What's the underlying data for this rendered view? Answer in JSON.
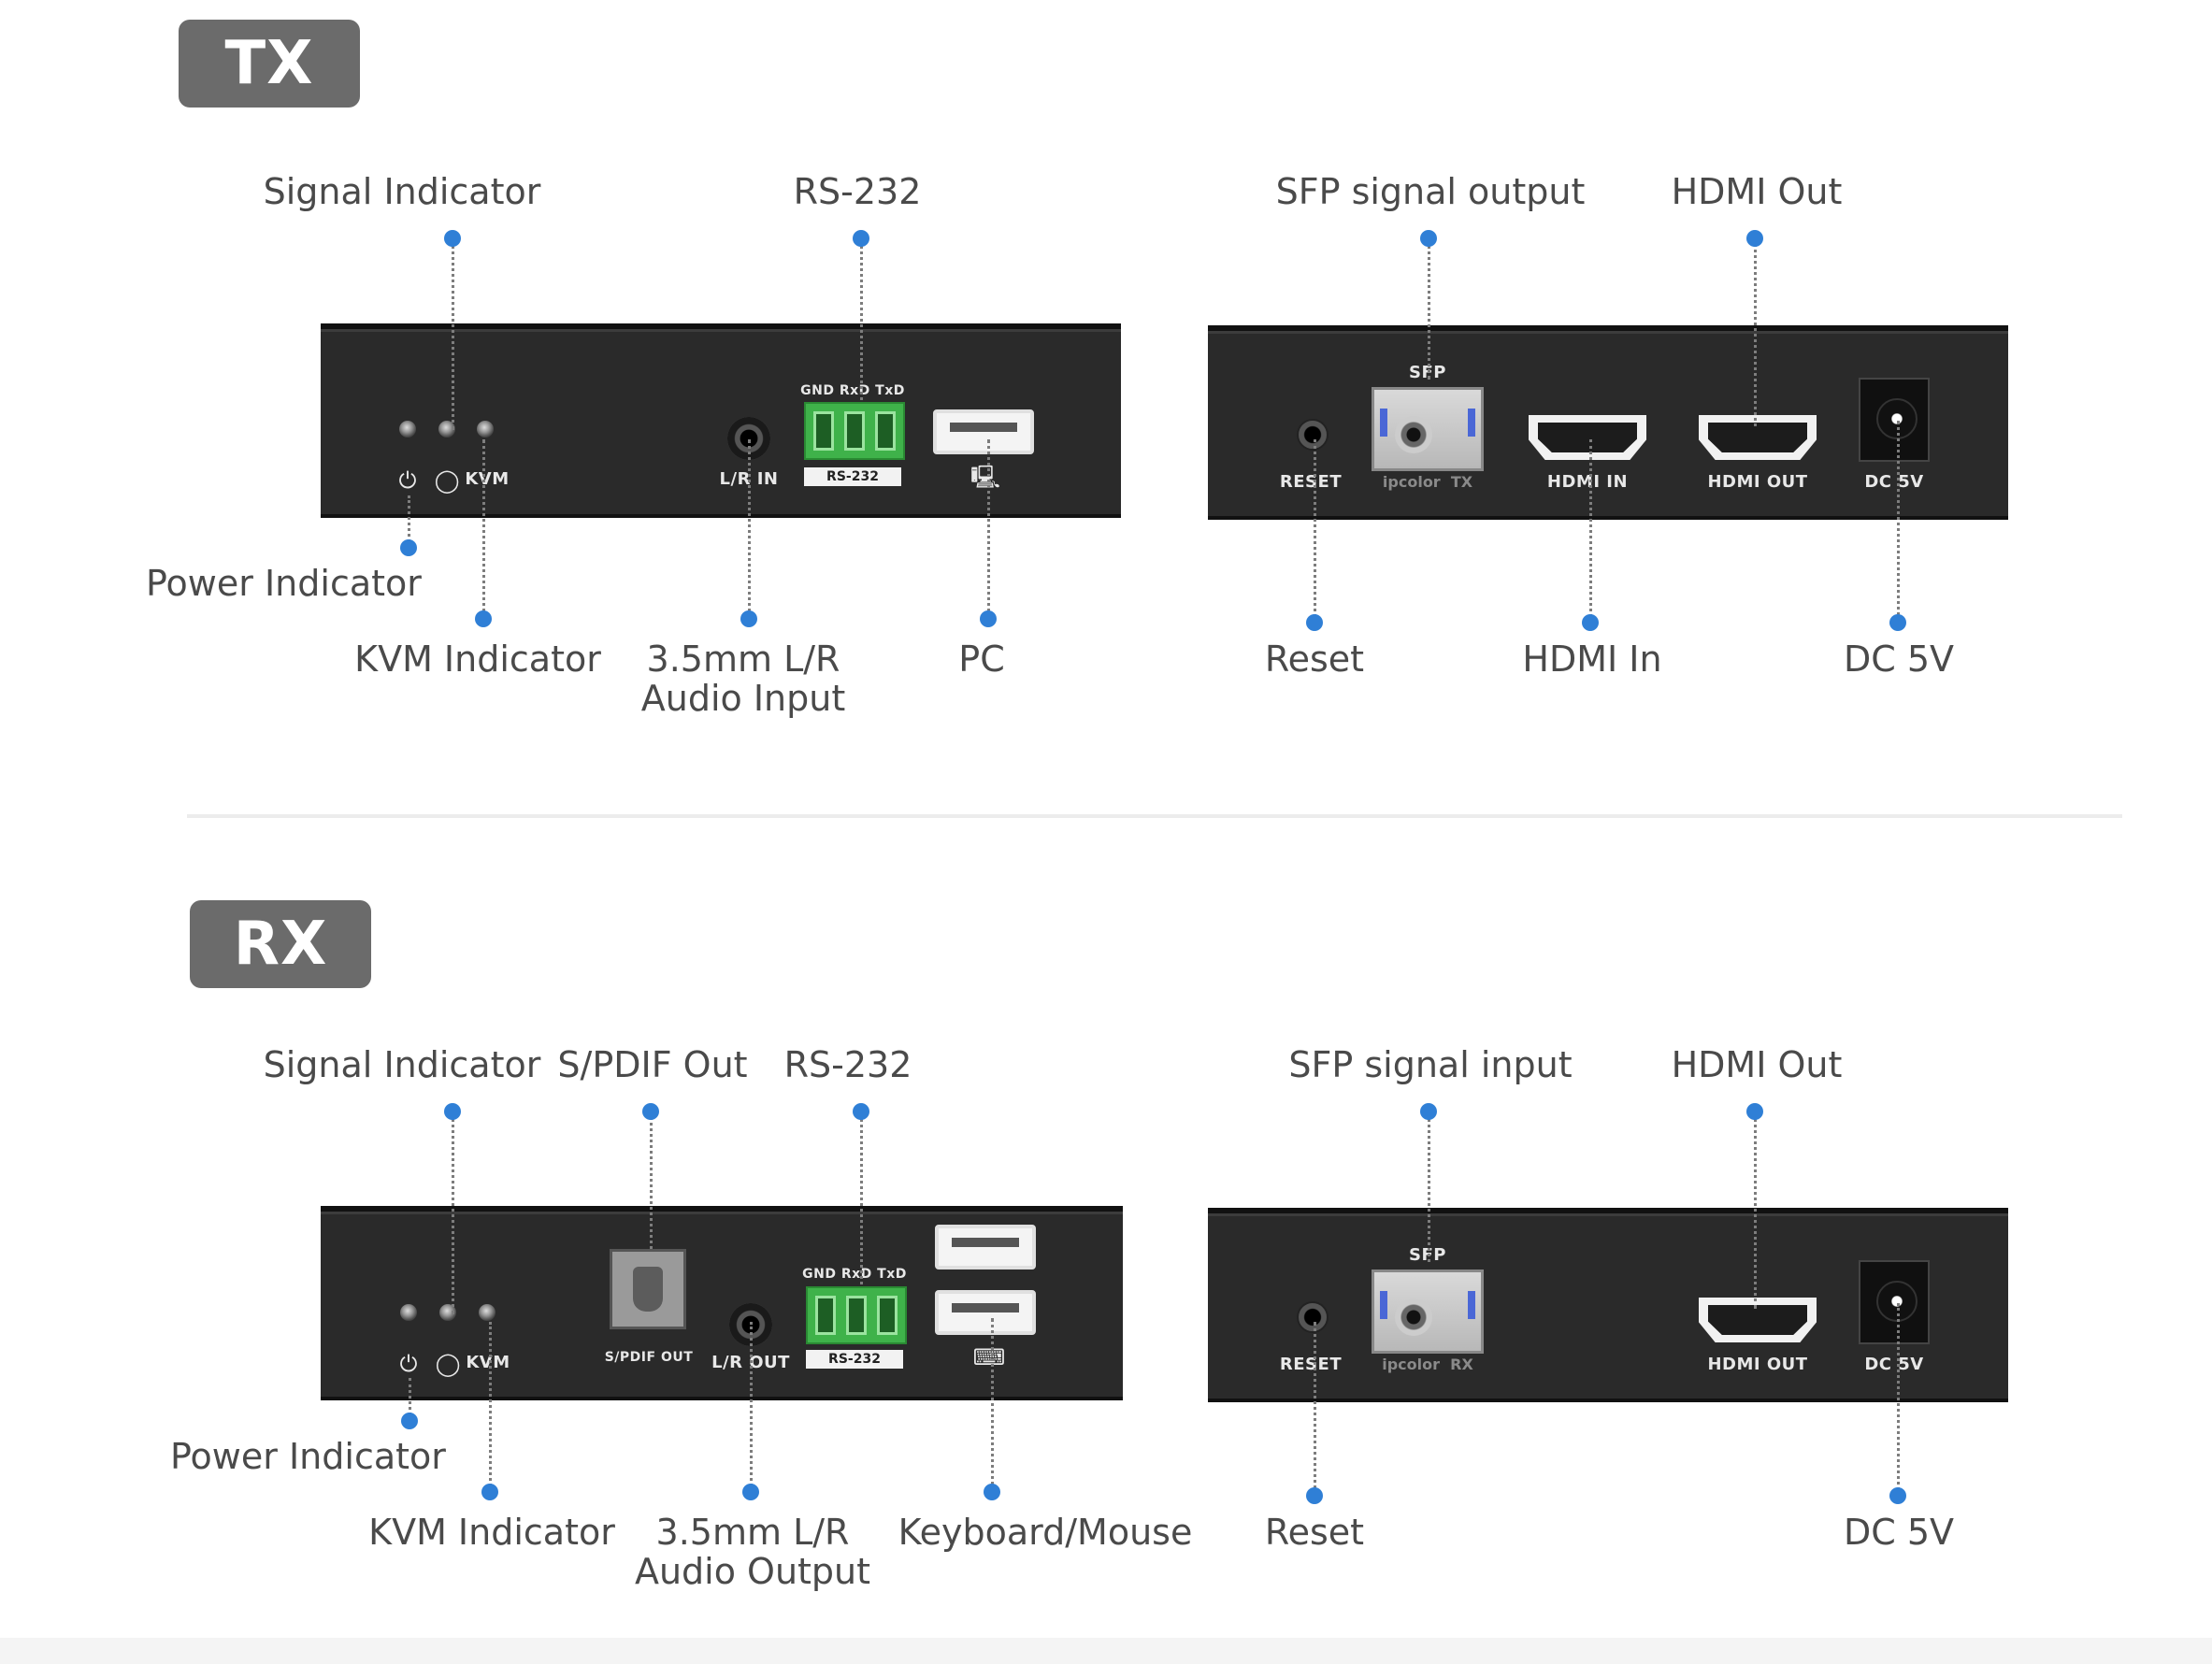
{
  "sections": {
    "tx": "TX",
    "rx": "RX"
  },
  "tx_callouts": {
    "signal_indicator": "Signal Indicator",
    "rs232": "RS-232",
    "power_indicator": "Power Indicator",
    "kvm_indicator": "KVM Indicator",
    "audio_input": "3.5mm L/R\nAudio Input",
    "pc": "PC",
    "sfp_signal_output": "SFP signal output",
    "hdmi_out": "HDMI Out",
    "reset": "Reset",
    "hdmi_in": "HDMI In",
    "dc5v": "DC 5V"
  },
  "rx_callouts": {
    "signal_indicator": "Signal Indicator",
    "spdif_out": "S/PDIF Out",
    "rs232": "RS-232",
    "power_indicator": "Power Indicator",
    "kvm_indicator": "KVM Indicator",
    "audio_output": "3.5mm L/R\nAudio Output",
    "keyboard_mouse": "Keyboard/Mouse",
    "sfp_signal_input": "SFP signal input",
    "hdmi_out": "HDMI Out",
    "reset": "Reset",
    "dc5v": "DC 5V"
  },
  "panel_text": {
    "kvm": "KVM",
    "lr_in": "L/R IN",
    "lr_out": "L/R OUT",
    "spdif_out": "S/PDIF OUT",
    "rs232_pins": "GND RxD TxD",
    "rs232": "RS-232",
    "sfp": "SFP",
    "reset": "RESET",
    "hdmi_in": "HDMI IN",
    "hdmi_out": "HDMI OUT",
    "dc5v": "DC 5V",
    "sfp_module_tx": "ipcolor  TX",
    "sfp_module_rx": "ipcolor  RX"
  },
  "colors": {
    "badge": "#6b6b6b",
    "callout_dot": "#2f7fd6",
    "panel": "#2a2a2a",
    "terminal_block": "#3fb24a"
  },
  "icons": [
    "power-icon",
    "signal-icon",
    "pc-icon",
    "keyboard-mouse-icon"
  ]
}
